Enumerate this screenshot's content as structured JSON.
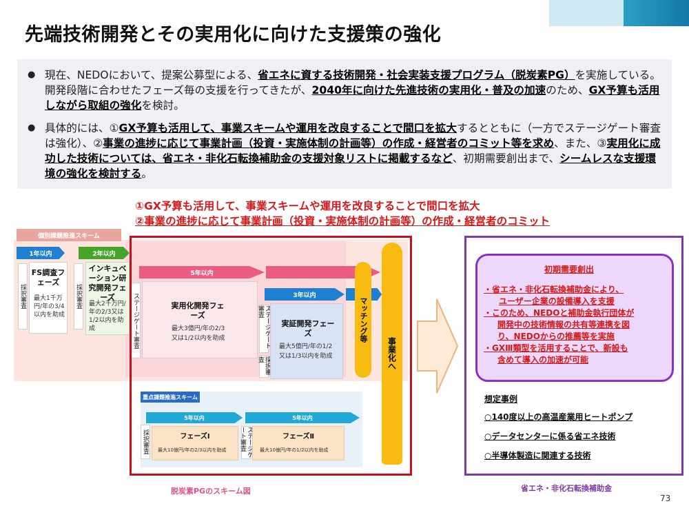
{
  "title": "先端技術開発とその実用化に向けた支援策の強化",
  "summary": {
    "p1": {
      "t1": "現在、NEDOにおいて、提案公募型による、",
      "b1": "省エネに資する技術開発・社会実装支援プログラム（脱炭素PG）",
      "t2": "を実施している。 開発段階に合わせたフェーズ毎の支援を行ってきたが、",
      "b2": "2040年に向けた先進技術の実用化・普及の加速",
      "t3": "のため、",
      "b3": "GX予算も活用しながら取組の強化",
      "t4": "を検討。"
    },
    "p2": {
      "t1": "具体的には、①",
      "b1": "GX予算も活用して、事業スキームや運用を改良することで間口を拡大",
      "t2": "するとともに（一方でステージゲート審査は強化）、②",
      "b2": "事業の進捗に応じて事業計画（投資・実施体制の計画等）の作成・経営者のコミット等を求め",
      "t3": "、また、③",
      "b3": "実用化に成功した技術については、省エネ・非化石転換補助金の支援対象リストに掲載するなど",
      "t4": "、初期需要創出まで、",
      "b4": "シームレスな支援環境の強化を検討する",
      "t5": "。"
    }
  },
  "headline": {
    "l1": "①GX予算も活用して、事業スキームや運用を改良することで間口を拡大",
    "l2": "②事業の進捗に応じて事業計画（投資・実施体制の計画等）の作成・経営者のコミット"
  },
  "scheme": {
    "tab": "個別課題推進スキーム",
    "arrow1": "1年以内",
    "arrow2": "2年以内",
    "arrow5": "5年以内",
    "arrow3": "3年以内",
    "review": "採択審査",
    "stagegate": "ステージゲート審査",
    "fs": {
      "title": "FS調査フェーズ",
      "desc": "最大1千万円/年の3/4以内を助成"
    },
    "incu": {
      "title": "インキュベーション研究開発フェーズ",
      "desc": "最大2千万円/年の2/3又は1/2以内を助成"
    },
    "jitsuyo": {
      "title": "実用化開発フェーズ",
      "desc1": "最大3億円/年の2/3",
      "desc2": "又は1/2以内を助成"
    },
    "jissho": {
      "title": "実証開発フェーズ",
      "desc1": "最大5億円/年の1/2",
      "desc2": "又は1/3以内を助成"
    },
    "matching": "マッチング等",
    "jigyoka": "事業化へ",
    "sub_tab": "重点課題推進スキーム",
    "sub_arrow1": "5年以内",
    "sub_arrow2": "5年以内",
    "phase1": {
      "title": "フェーズⅠ",
      "desc": "最大10億円/年の2/3以内を助成"
    },
    "phase2": {
      "title": "フェーズⅡ",
      "desc": "最大10億円/年の1/2以内を助成"
    },
    "caption": "脱炭素PGのスキーム図"
  },
  "right": {
    "box_title": "初期需要創出",
    "item1a": "・省エネ・非化石転換補助金により、",
    "item1b": "ユーザー企業の設備導入を支援",
    "item2a": "・このため、NEDOと補助金執行団体が",
    "item2b": "開発中の技術情報の共有等連携を図",
    "item2c": "り、NEDOからの推薦等を実施",
    "item3a": "・GXⅢ類型を活用することで、新設も",
    "item3b": "含めて導入の加速が可能",
    "cases_title": "想定事例",
    "case1": "○140度以上の高温産業用ヒートポンプ",
    "case2": "○データセンターに係る省エネ技術",
    "case3": "○半導体製造に関連する技術",
    "caption": "省エネ・非化石転換補助金"
  },
  "page_number": "73",
  "colors": {
    "headline_red": "#d61818",
    "frame_red": "#c8101b",
    "frame_purple": "#7e3ba6",
    "bar_yellow": "#f7bb12"
  }
}
